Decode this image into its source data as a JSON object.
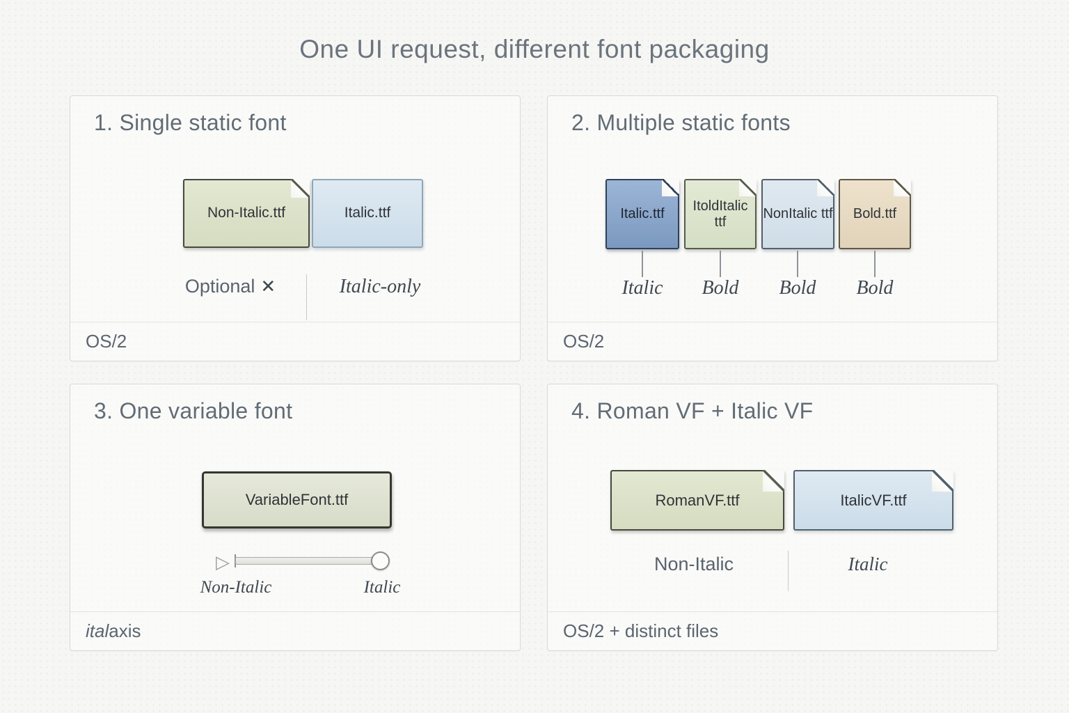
{
  "title": "One UI request, different font packaging",
  "panels": {
    "p1": {
      "title": "1. Single static font",
      "file_left": "Non-Italic.ttf",
      "file_right": "Italic.ttf",
      "note_left": "Optional",
      "note_left_mark": "✕",
      "note_right": "Italic-only",
      "footer": "OS/2"
    },
    "p2": {
      "title": "2. Multiple static fonts",
      "files": [
        {
          "name": "Italic.ttf",
          "tag": "Italic"
        },
        {
          "name": "ItoldItalic ttf",
          "tag": "Bold"
        },
        {
          "name": "NonItalic ttf",
          "tag": "Bold"
        },
        {
          "name": "Bold.ttf",
          "tag": "Bold"
        }
      ],
      "footer": "OS/2"
    },
    "p3": {
      "title": "3. One variable font",
      "file": "VariableFont.ttf",
      "slider": {
        "triangle_icon": "▷",
        "min_label": "Non-Italic",
        "max_label": "Italic",
        "handle_position": "max"
      },
      "footer_italic": "ital",
      "footer_rest": " axis"
    },
    "p4": {
      "title": "4. Roman VF + Italic VF",
      "file_left": "RomanVF.ttf",
      "file_right": "ItalicVF.ttf",
      "label_left": "Non-Italic",
      "label_right": "Italic",
      "footer": "OS/2 + distinct files"
    }
  },
  "colors": {
    "page_bg": "#f6f6f4",
    "panel_bg": "#fafaf9",
    "heading_text": "#6b747d",
    "footer_text": "#5b656f",
    "sage_file": "#dce1c8",
    "light_blue_file": "#d3e1ec",
    "steel_blue_file": "#8aa7cb",
    "pale_green_file": "#dce4cd",
    "pale_blue_file": "#d7e3ec",
    "tan_file": "#e8dac3",
    "variable_font_file": "#dee2d1"
  }
}
